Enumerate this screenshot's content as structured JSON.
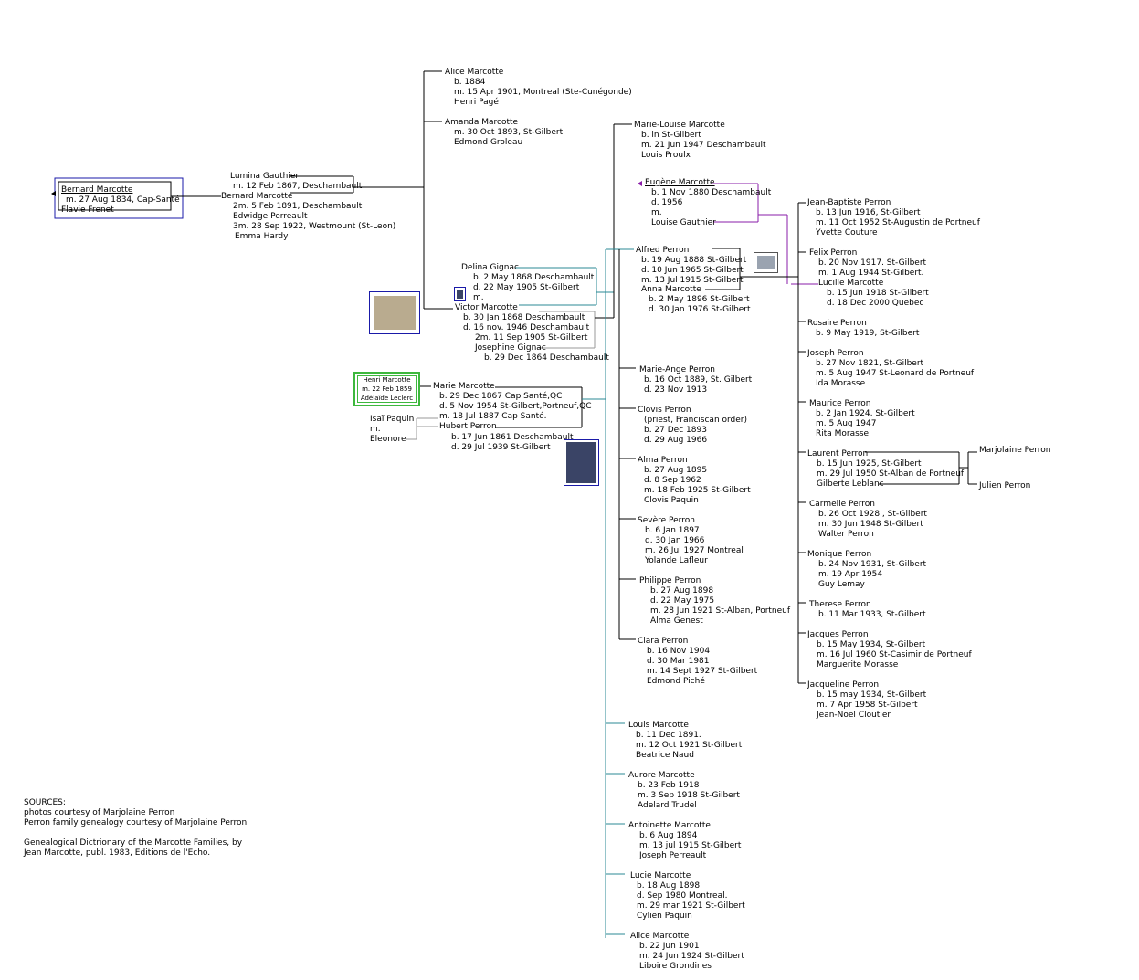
{
  "colors": {
    "connector": "#000000",
    "teal": "#2b8a96",
    "purple": "#8a1ea8",
    "navy_border": "#1a1aa8",
    "green_border": "#3db83d",
    "photo_sepia": "#b9ab8f",
    "photo_dark": "#3a4466"
  },
  "root": {
    "name": "Bernard Marcotte",
    "marriage": "m. 27 Aug 1834, Cap-Santé",
    "spouse": "Flavie Frenet"
  },
  "bernard_jr": {
    "spouse1": "Lumina Gauthier",
    "marriage1": "m. 12 Feb 1867, Deschambault",
    "name": "Bernard Marcotte",
    "marriage2": "2m. 5 Feb 1891, Deschambault",
    "spouse2": "Edwidge Perreault",
    "marriage3": "3m. 28 Sep 1922, Westmount (St-Leon)",
    "spouse3": "Emma Hardy"
  },
  "bernard_children": [
    {
      "name": "Alice Marcotte",
      "lines": [
        "b. 1884",
        "m. 15 Apr 1901, Montreal (Ste-Cunégonde)",
        "Henri Pagé"
      ]
    },
    {
      "name": "Amanda Marcotte",
      "lines": [
        "m. 30 Oct 1893, St-Gilbert",
        "Edmond Groleau"
      ]
    }
  ],
  "victor": {
    "spouse1": "Delina Gignac",
    "spouse1_lines": [
      "b. 2 May 1868 Deschambault",
      "d. 22 May 1905 St-Gilbert",
      "m."
    ],
    "name": "Victor Marcotte",
    "lines": [
      "b. 30 Jan 1868 Deschambault",
      "d. 16 nov. 1946 Deschambault",
      "2m.  11 Sep 1905 St-Gilbert",
      "Josephine Gignac",
      "b. 29 Dec 1864 Deschambault"
    ]
  },
  "henri_box": [
    "Henri Marcotte",
    "m. 22 Feb 1859",
    "Adélaïde Leclerc"
  ],
  "marie": {
    "name": "Marie Marcotte",
    "lines": [
      "b. 29 Dec 1867 Cap Santé,QC",
      "d. 5 Nov 1954 St-Gilbert,Portneuf,QC",
      "m. 18 Jul 1887 Cap Santé."
    ]
  },
  "isai": {
    "name": "Isaï Paquin",
    "m": "m.",
    "spouse": "Eleonore"
  },
  "hubert": {
    "name": "Hubert Perron",
    "lines": [
      "b. 17 Jun 1861 Deschambault",
      "d. 29 Jul 1939 St-Gilbert"
    ]
  },
  "victor_children": [
    {
      "name": "Marie-Louise Marcotte",
      "lines": [
        "b. in St-Gilbert",
        "m. 21 Jun 1947 Deschambault",
        "Louis Proulx"
      ]
    },
    {
      "name": "Eugène Marcotte",
      "lines": [
        "b. 1 Nov 1880 Deschambault",
        "d. 1956",
        "m.",
        "Louise Gauthier"
      ]
    },
    {
      "name": "Louis Marcotte",
      "lines": [
        "b. 11 Dec 1891.",
        "m. 12 Oct 1921 St-Gilbert",
        "Beatrice Naud"
      ]
    },
    {
      "name": "Aurore Marcotte",
      "lines": [
        "b. 23 Feb 1918",
        "m. 3 Sep 1918 St-Gilbert",
        "Adelard Trudel"
      ]
    },
    {
      "name": "Antoinette Marcotte",
      "lines": [
        "b. 6 Aug 1894",
        "m.  13 jul 1915 St-Gilbert",
        "Joseph Perreault"
      ]
    },
    {
      "name": "Lucie Marcotte",
      "lines": [
        "b. 18 Aug 1898",
        "d. Sep 1980 Montreal.",
        "m.  29 mar 1921 St-Gilbert",
        "Cylien Paquin"
      ]
    },
    {
      "name": "Alice Marcotte",
      "lines": [
        "b. 22 Jun 1901",
        "m.  24 Jun 1924 St-Gilbert",
        "Liboire Grondines"
      ]
    }
  ],
  "alfred": {
    "name": "Alfred Perron",
    "lines": [
      "b. 19 Aug 1888 St-Gilbert",
      "d. 10 Jun 1965 St-Gilbert",
      "m. 13 Jul 1915 St-Gilbert"
    ],
    "spouse": "Anna Marcotte",
    "spouse_lines": [
      "b. 2 May 1896 St-Gilbert",
      "d. 30 Jan 1976 St-Gilbert"
    ]
  },
  "perron_siblings": [
    {
      "name": "Marie-Ange Perron",
      "lines": [
        "b. 16 Oct 1889, St. Gilbert",
        "d. 23 Nov 1913"
      ]
    },
    {
      "name": "Clovis Perron",
      "lines": [
        "(priest, Franciscan order)",
        "b. 27 Dec 1893",
        "d. 29 Aug 1966"
      ]
    },
    {
      "name": "Alma Perron",
      "lines": [
        "b. 27 Aug 1895",
        "d. 8 Sep 1962",
        "m.  18 Feb 1925 St-Gilbert",
        "Clovis Paquin"
      ]
    },
    {
      "name": "Sevère Perron",
      "lines": [
        "b. 6 Jan 1897",
        "d. 30 Jan 1966",
        "m. 26 Jul 1927 Montreal",
        "Yolande Lafleur"
      ]
    },
    {
      "name": "Philippe Perron",
      "lines": [
        "b. 27 Aug 1898",
        "d. 22 May 1975",
        "m. 28 Jun 1921 St-Alban, Portneuf",
        "Alma Genest"
      ]
    },
    {
      "name": "Clara Perron",
      "lines": [
        "b. 16 Nov 1904",
        "d. 30 Mar 1981",
        "m. 14 Sept 1927 St-Gilbert",
        "Edmond Piché"
      ]
    }
  ],
  "alfred_children": [
    {
      "name": "Jean-Baptiste Perron",
      "lines": [
        "b. 13 Jun 1916, St-Gilbert",
        "m. 11 Oct 1952 St-Augustin de Portneuf",
        "Yvette Couture"
      ]
    },
    {
      "name": "Felix Perron",
      "lines": [
        "b. 20 Nov 1917. St-Gilbert",
        "m.  1 Aug 1944 St-Gilbert.",
        "Lucille Marcotte",
        "b. 15 Jun 1918 St-Gilbert",
        "d. 18 Dec 2000 Quebec"
      ]
    },
    {
      "name": "Rosaire Perron",
      "lines": [
        "b. 9 May 1919, St-Gilbert"
      ]
    },
    {
      "name": "Joseph Perron",
      "lines": [
        "b. 27 Nov 1821, St-Gilbert",
        "m. 5 Aug 1947 St-Leonard de Portneuf",
        "Ida Morasse"
      ]
    },
    {
      "name": "Maurice Perron",
      "lines": [
        "b. 2 Jan 1924, St-Gilbert",
        "m.  5 Aug 1947",
        "Rita Morasse"
      ]
    },
    {
      "name": "Laurent Perron",
      "lines": [
        "b. 15 Jun 1925, St-Gilbert",
        "m.  29 Jul 1950 St-Alban de Portneuf",
        "Gilberte Leblanc"
      ]
    },
    {
      "name": "Carmelle  Perron",
      "lines": [
        "b. 26 Oct 1928 , St-Gilbert",
        "m.  30 Jun 1948 St-Gilbert",
        "Walter Perron"
      ]
    },
    {
      "name": "Monique Perron",
      "lines": [
        "b. 24 Nov 1931, St-Gilbert",
        "m.  19 Apr 1954",
        "Guy Lemay"
      ]
    },
    {
      "name": "Therese Perron",
      "lines": [
        "b. 11 Mar 1933, St-Gilbert"
      ]
    },
    {
      "name": "Jacques Perron",
      "lines": [
        "b. 15 May 1934, St-Gilbert",
        "m.  16 Jul 1960 St-Casimir de Portneuf",
        "Marguerite Morasse"
      ]
    },
    {
      "name": "Jacqueline Perron",
      "lines": [
        "b. 15 may 1934, St-Gilbert",
        "m. 7 Apr 1958 St-Gilbert",
        "Jean-Noel Cloutier"
      ]
    }
  ],
  "laurent_children": [
    "Marjolaine Perron",
    "Julien Perron"
  ],
  "sources": [
    "SOURCES:",
    "photos courtesy of Marjolaine Perron",
    "Perron family genealogy courtesy of Marjolaine Perron",
    "",
    "Genealogical Dictrionary of the Marcotte Families, by",
    "Jean Marcotte, publ. 1983, Editions de l'Echo."
  ]
}
